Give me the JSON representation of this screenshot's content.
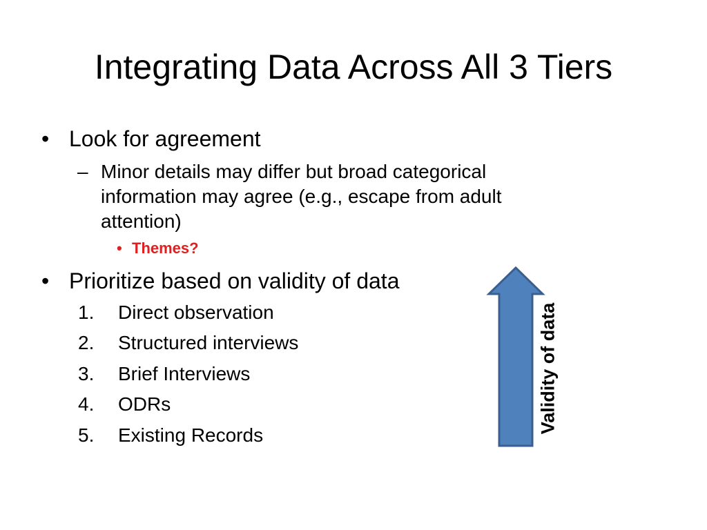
{
  "slide": {
    "title": "Integrating Data Across All 3 Tiers",
    "bullets": [
      {
        "text": "Look for agreement",
        "sub": {
          "text": "Minor details may differ but broad categorical information may agree (e.g., escape from adult attention)",
          "sub": {
            "text": "Themes?",
            "color": "#e02020"
          }
        }
      },
      {
        "text": "Prioritize based on validity of data",
        "numbered": [
          {
            "n": "1.",
            "text": "Direct observation"
          },
          {
            "n": "2.",
            "text": "Structured interviews"
          },
          {
            "n": "3.",
            "text": "Brief Interviews"
          },
          {
            "n": "4.",
            "text": "ODRs"
          },
          {
            "n": "5.",
            "text": "Existing Records"
          }
        ]
      }
    ],
    "bullet_glyph": "•",
    "dash_glyph": "–",
    "arrow": {
      "label": "Validity of data",
      "fill": "#4f81bd",
      "stroke": "#3a5f8f",
      "direction": "up"
    }
  }
}
